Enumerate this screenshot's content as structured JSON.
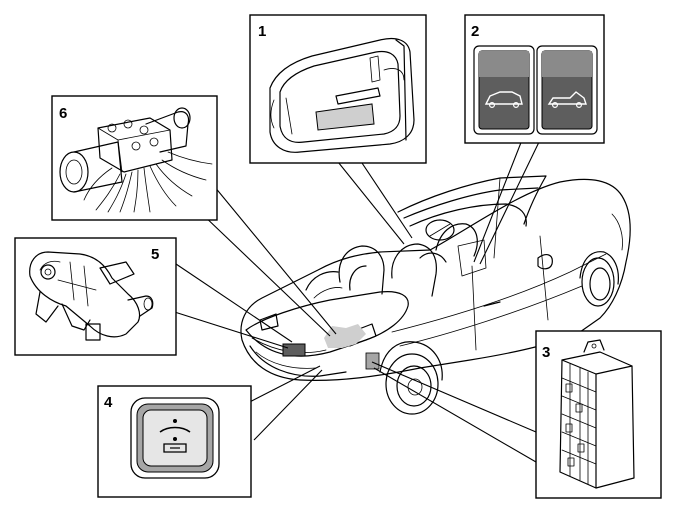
{
  "callouts": [
    {
      "id": "1",
      "label": "1",
      "part": "door-panel-switch"
    },
    {
      "id": "2",
      "label": "2",
      "part": "roof-operation-switches"
    },
    {
      "id": "3",
      "label": "3",
      "part": "control-module"
    },
    {
      "id": "4",
      "label": "4",
      "part": "trunk-lid-switch"
    },
    {
      "id": "5",
      "label": "5",
      "part": "lock-motor"
    },
    {
      "id": "6",
      "label": "6",
      "part": "hydraulic-pump-unit"
    }
  ],
  "colors": {
    "switch_fill": "#5e5e5e",
    "switch_light": "#a6a6a6",
    "highlight_gray": "#cfcfcf",
    "ink": "#000000"
  },
  "icons": [
    "roof-close-icon",
    "roof-open-icon",
    "roof-button-icon"
  ]
}
